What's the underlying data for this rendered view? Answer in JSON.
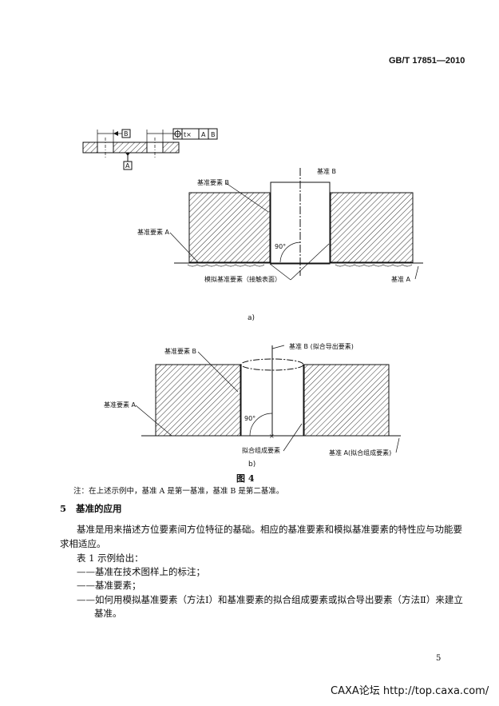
{
  "header": {
    "standard": "GB/T 17851—2010"
  },
  "small_drawing": {
    "datum_b": "B",
    "datum_a": "A",
    "fcf": {
      "symbol": "position-icon",
      "tolerance": "t×",
      "ref1": "A",
      "ref2": "B"
    }
  },
  "figure_a": {
    "label_datum_b": "基准 B",
    "label_feature_b": "基准要素 B",
    "label_feature_a": "基准要素 A",
    "angle": "90°",
    "label_simulated": "模拟基准要素（接触表面）",
    "label_datum_a": "基准 A",
    "caption": "a)"
  },
  "figure_b": {
    "label_datum_b": "基准 B (拟合导出要素)",
    "label_feature_b": "基准要素 B",
    "label_feature_a": "基准要素 A",
    "angle": "90°",
    "label_fitted": "拟合组成要素",
    "label_datum_a": "基准 A(拟合组成要素)",
    "caption": "b)"
  },
  "figure_title": "图 4",
  "note": "注：在上述示例中，基准 A 是第一基准，基准 B 是第二基准。",
  "section": {
    "number": "5",
    "title": "基准的应用"
  },
  "paragraphs": [
    "基准是用来描述方位要素间方位特征的基础。相应的基准要素和模拟基准要素的特性应与功能要",
    "求相适应。",
    "表 1 示例给出：",
    "——基准在技术图样上的标注；",
    "——基准要素；",
    "——如何用模拟基准要素（方法Ⅰ）和基准要素的拟合组成要素或拟合导出要素（方法Ⅱ）来建立",
    "基准。"
  ],
  "page_number": "5",
  "footer": "CAXA论坛 http://top.caxa.com/"
}
